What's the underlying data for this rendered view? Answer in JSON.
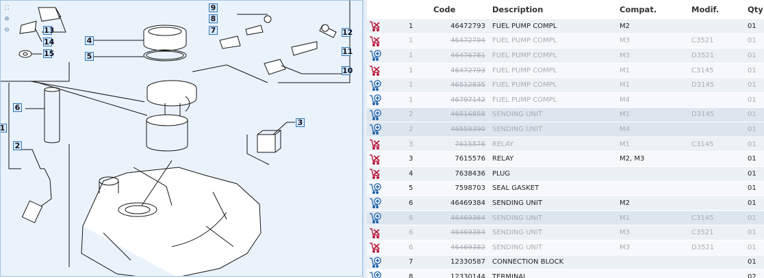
{
  "diagram": {
    "tools": [
      "fit-icon",
      "zoom-in-icon",
      "zoom-out-icon"
    ],
    "callouts": [
      "1",
      "2",
      "3",
      "4",
      "5",
      "6",
      "7",
      "8",
      "9",
      "10",
      "11",
      "12",
      "13",
      "14",
      "15"
    ]
  },
  "table": {
    "headers": {
      "code": "Code",
      "description": "Description",
      "compat": "Compat.",
      "modif": "Modif.",
      "qty": "Qty"
    },
    "rows": [
      {
        "ref": "1",
        "code": "46472793",
        "desc": "FUEL PUMP COMPL",
        "compat": "M2",
        "modif": "",
        "qty": "01",
        "action": "remove",
        "obsolete": false
      },
      {
        "ref": "1",
        "code": "46472794",
        "desc": "FUEL PUMP COMPL",
        "compat": "M3",
        "modif": "C3521",
        "qty": "01",
        "action": "remove",
        "obsolete": true
      },
      {
        "ref": "1",
        "code": "46476781",
        "desc": "FUEL PUMP COMPL",
        "compat": "M3",
        "modif": "D3521",
        "qty": "01",
        "action": "add",
        "obsolete": true
      },
      {
        "ref": "1",
        "code": "46472793",
        "desc": "FUEL PUMP COMPL",
        "compat": "M1",
        "modif": "C3145",
        "qty": "01",
        "action": "remove",
        "obsolete": true
      },
      {
        "ref": "1",
        "code": "46512835",
        "desc": "FUEL PUMP COMPL",
        "compat": "M1",
        "modif": "D3145",
        "qty": "01",
        "action": "add",
        "obsolete": true
      },
      {
        "ref": "1",
        "code": "46797142",
        "desc": "FUEL PUMP COMPL",
        "compat": "M4",
        "modif": "",
        "qty": "01",
        "action": "add",
        "obsolete": true
      },
      {
        "ref": "2",
        "code": "46516858",
        "desc": "SENDING UNIT",
        "compat": "M1",
        "modif": "D3145",
        "qty": "01",
        "action": "add",
        "obsolete": true
      },
      {
        "ref": "2",
        "code": "46559390",
        "desc": "SENDING UNIT",
        "compat": "M4",
        "modif": "",
        "qty": "01",
        "action": "add",
        "obsolete": true
      },
      {
        "ref": "3",
        "code": "7615576",
        "desc": "RELAY",
        "compat": "M1",
        "modif": "C3145",
        "qty": "01",
        "action": "remove",
        "obsolete": true
      },
      {
        "ref": "3",
        "code": "7615576",
        "desc": "RELAY",
        "compat": "M2, M3",
        "modif": "",
        "qty": "01",
        "action": "remove",
        "obsolete": false
      },
      {
        "ref": "4",
        "code": "7638436",
        "desc": "PLUG",
        "compat": "",
        "modif": "",
        "qty": "01",
        "action": "remove",
        "obsolete": false
      },
      {
        "ref": "5",
        "code": "7598703",
        "desc": "SEAL GASKET",
        "compat": "",
        "modif": "",
        "qty": "01",
        "action": "add",
        "obsolete": false
      },
      {
        "ref": "6",
        "code": "46469384",
        "desc": "SENDING UNIT",
        "compat": "M2",
        "modif": "",
        "qty": "01",
        "action": "add",
        "obsolete": false
      },
      {
        "ref": "6",
        "code": "46469384",
        "desc": "SENDING UNIT",
        "compat": "M1",
        "modif": "C3145",
        "qty": "01",
        "action": "add",
        "obsolete": true
      },
      {
        "ref": "6",
        "code": "46469384",
        "desc": "SENDING UNIT",
        "compat": "M3",
        "modif": "C3521",
        "qty": "01",
        "action": "remove",
        "obsolete": true
      },
      {
        "ref": "6",
        "code": "46469382",
        "desc": "SENDING UNIT",
        "compat": "M3",
        "modif": "D3521",
        "qty": "01",
        "action": "remove",
        "obsolete": true
      },
      {
        "ref": "7",
        "code": "12330587",
        "desc": "CONNECTION BLOCK",
        "compat": "",
        "modif": "",
        "qty": "01",
        "action": "add",
        "obsolete": false
      },
      {
        "ref": "8",
        "code": "12330144",
        "desc": "TERMINAL",
        "compat": "",
        "modif": "",
        "qty": "02",
        "action": "add",
        "obsolete": false
      }
    ]
  },
  "colors": {
    "accent": "#2f73b5",
    "panel": "#eaf3fc",
    "remove_icon": "#b8163a",
    "add_icon": "#1a5fa8",
    "obsolete_text": "#a7adb5"
  }
}
